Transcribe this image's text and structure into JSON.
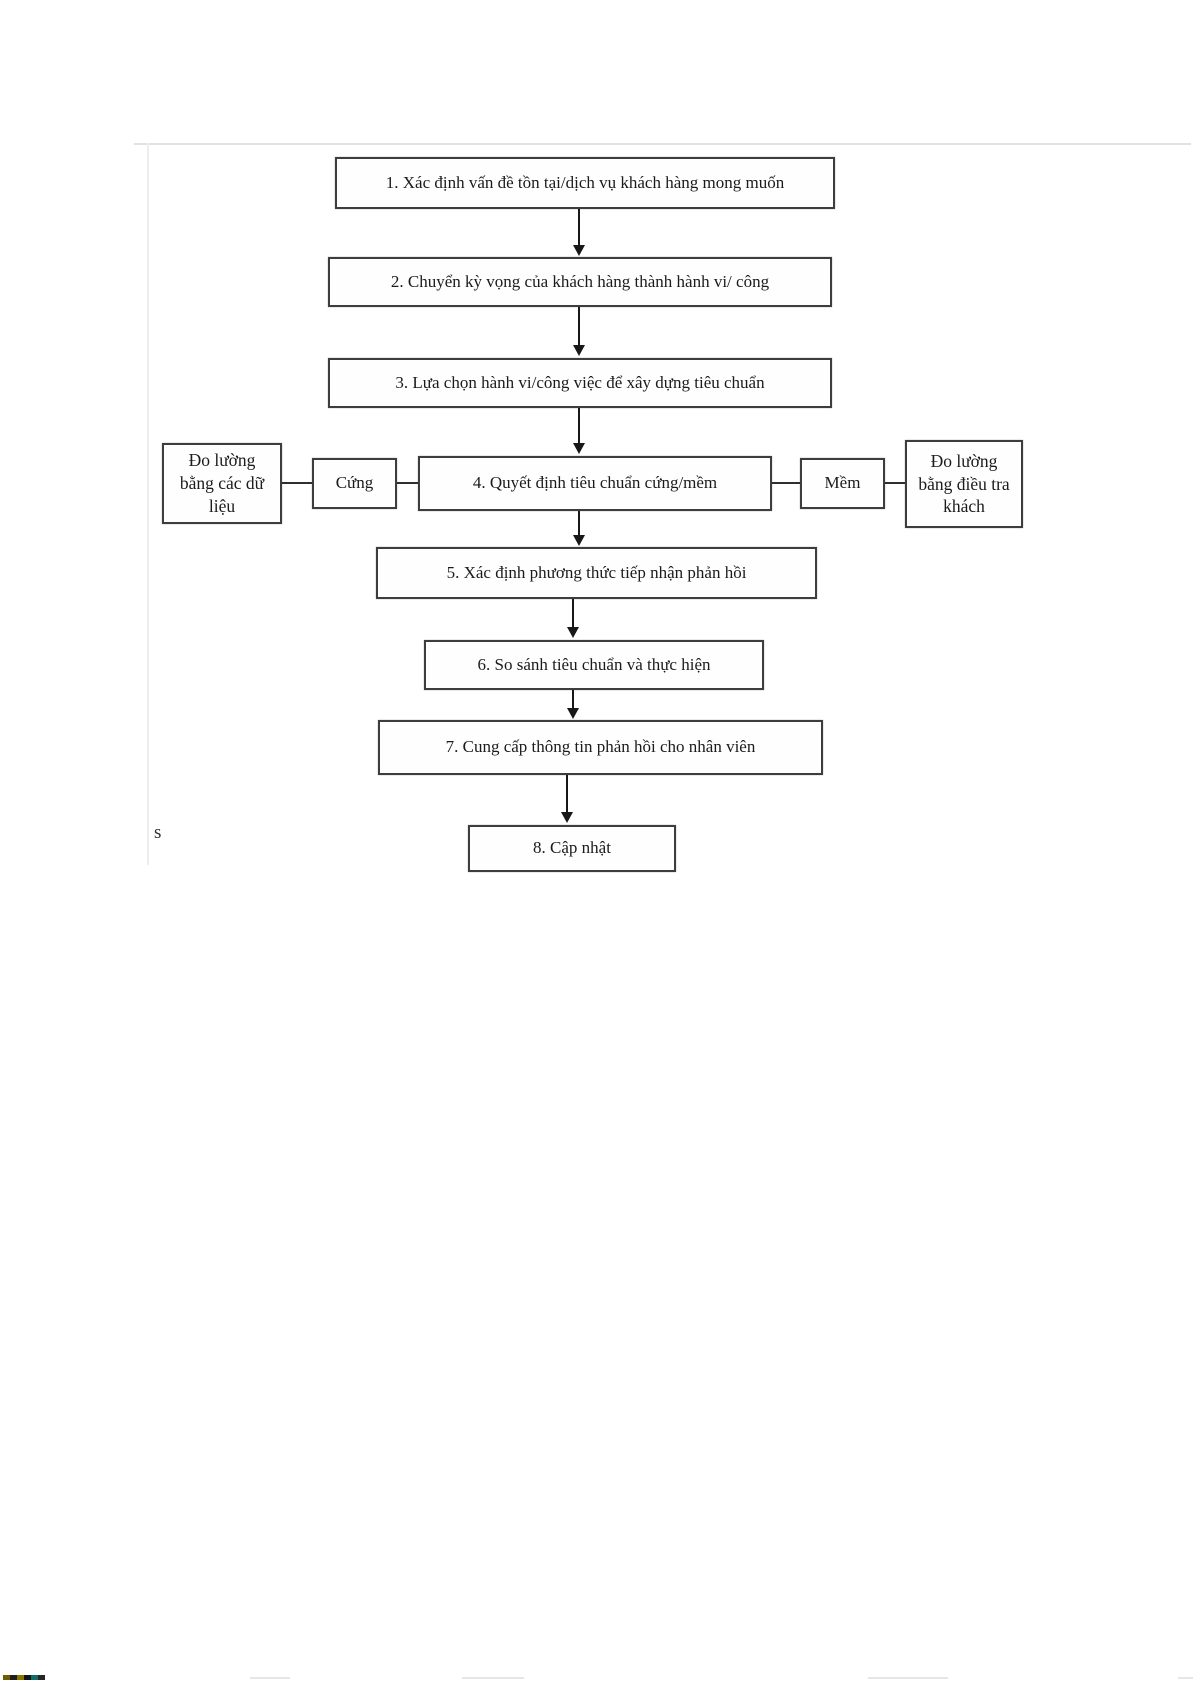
{
  "page": {
    "background_color": "#ffffff",
    "line_color": "#3d3d3d",
    "text_color": "#1b1b1b",
    "stray_text": "s"
  },
  "flowchart": {
    "steps": [
      {
        "label": "1. Xác định vấn đề tồn tại/dịch vụ khách hàng mong muốn"
      },
      {
        "label": "2. Chuyển kỳ vọng của khách hàng thành hành vi/ công"
      },
      {
        "label": "3. Lựa chọn hành vi/công việc để xây dựng tiêu chuẩn"
      },
      {
        "label": "4. Quyết định tiêu chuẩn cứng/mềm"
      },
      {
        "label": "5. Xác định phương thức tiếp nhận phản hồi"
      },
      {
        "label": "6. So sánh tiêu chuẩn và thực hiện"
      },
      {
        "label": "7. Cung cấp thông tin phản hồi cho nhân viên"
      },
      {
        "label": "8. Cập nhật"
      }
    ],
    "branch": {
      "left_condition": {
        "label": "Cứng"
      },
      "left_outcome": {
        "label": "Đo lường bằng các dữ liệu"
      },
      "right_condition": {
        "label": "Mềm"
      },
      "right_outcome": {
        "label": "Đo lường bằng điều tra khách"
      }
    }
  },
  "artifact_colors": [
    "#6e5e00",
    "#1e1e1e",
    "#8a7400",
    "#141414",
    "#0e6e66",
    "#252525"
  ]
}
